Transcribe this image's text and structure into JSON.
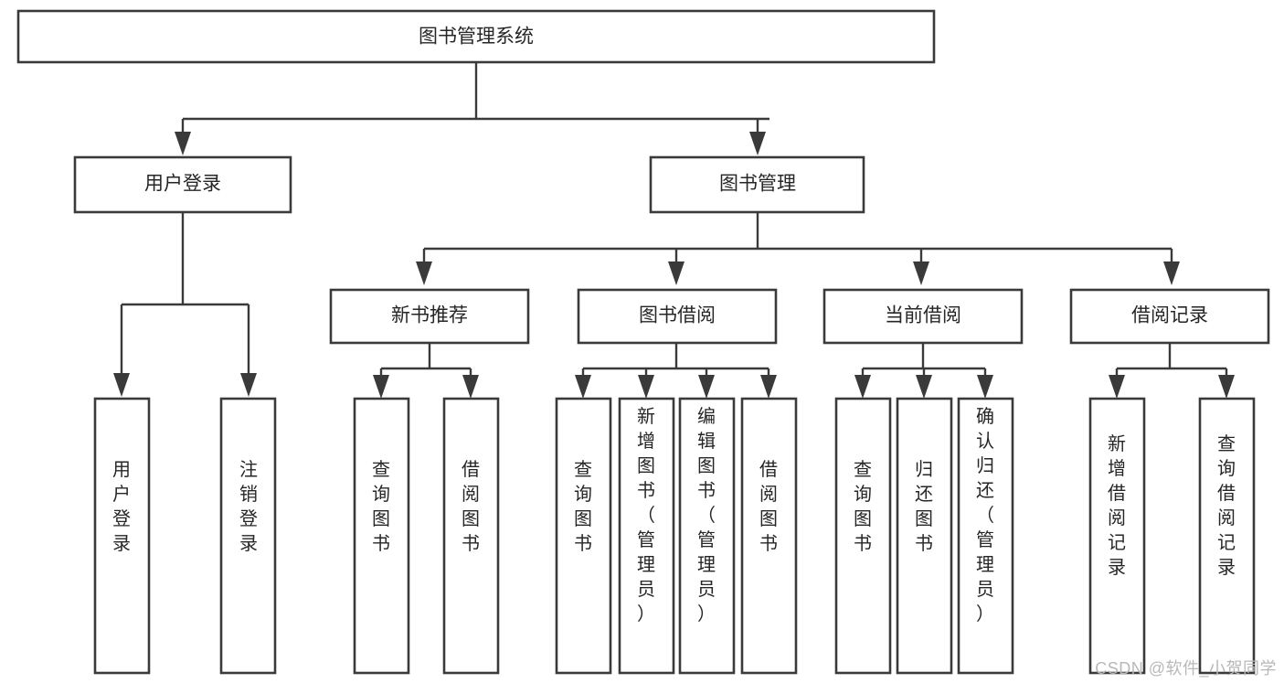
{
  "diagram": {
    "type": "tree-hierarchy",
    "title": "图书管理系统",
    "orientation": "top-down",
    "colors": {
      "background": "#ffffff",
      "box_fill": "#ffffff",
      "box_stroke": "#3a3a3a",
      "connector": "#3a3a3a",
      "text": "#262626",
      "watermark": "#b8b8b8"
    },
    "root": {
      "label": "图书管理系统"
    },
    "level2": [
      {
        "label": "用户登录"
      },
      {
        "label": "图书管理"
      }
    ],
    "level3": [
      {
        "label": "新书推荐"
      },
      {
        "label": "图书借阅"
      },
      {
        "label": "当前借阅"
      },
      {
        "label": "借阅记录"
      }
    ],
    "leaves": {
      "user_login": [
        {
          "label": "用户登录"
        },
        {
          "label": "注销登录"
        }
      ],
      "new_book_recommend": [
        {
          "label": "查询图书"
        },
        {
          "label": "借阅图书"
        }
      ],
      "book_borrow": [
        {
          "label": "查询图书"
        },
        {
          "label": "新增图书（管理员）"
        },
        {
          "label": "编辑图书（管理员）"
        },
        {
          "label": "借阅图书"
        }
      ],
      "current_borrow": [
        {
          "label": "查询图书"
        },
        {
          "label": "归还图书"
        },
        {
          "label": "确认归还（管理员）"
        }
      ],
      "borrow_record": [
        {
          "label": "新增借阅记录"
        },
        {
          "label": "查询借阅记录"
        }
      ]
    }
  },
  "watermark": {
    "text": "CSDN @软件_小贺同学"
  }
}
